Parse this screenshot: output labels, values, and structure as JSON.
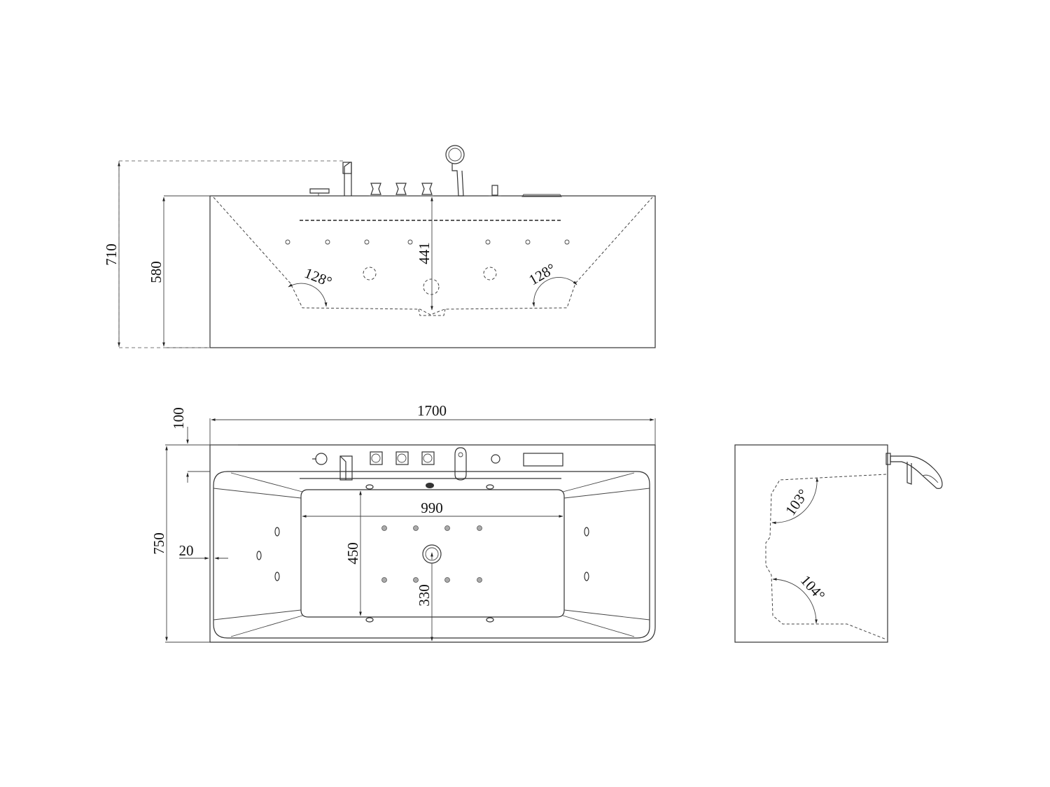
{
  "front_view": {
    "height_total": "710",
    "height_tub": "580",
    "depth": "441",
    "angle_left": "128°",
    "angle_right": "128°"
  },
  "plan_view": {
    "length": "1700",
    "deck_width": "100",
    "width": "750",
    "wall_offset": "20",
    "inner_length": "990",
    "inner_width": "450",
    "drain_offset": "330"
  },
  "side_view": {
    "angle_top": "103°",
    "angle_bottom": "104°"
  }
}
